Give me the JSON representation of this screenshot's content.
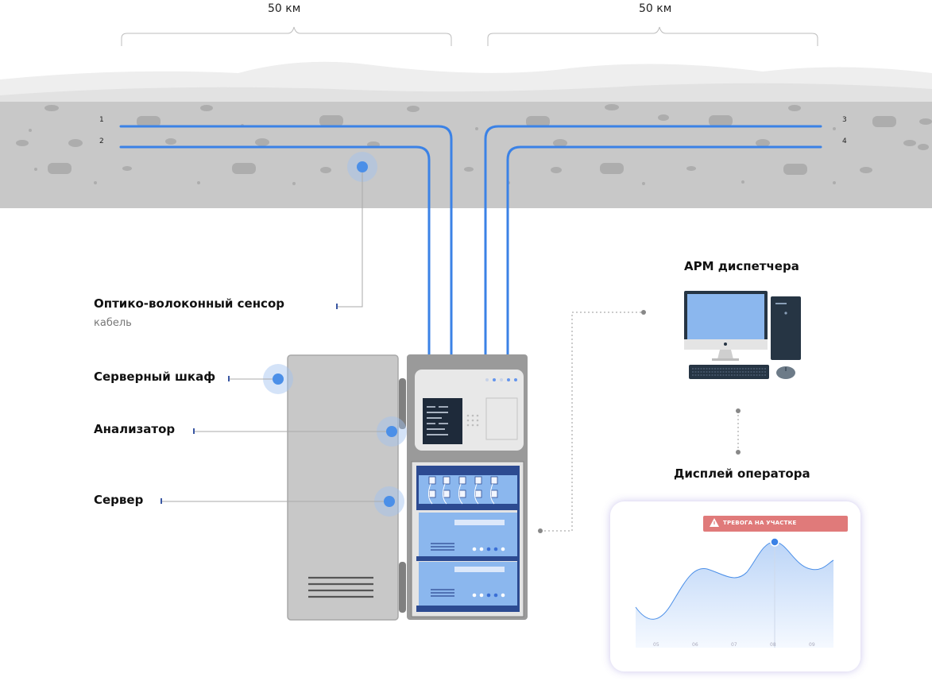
{
  "distances": {
    "left": "50 км",
    "right": "50 км"
  },
  "fibres": [
    "1",
    "2",
    "3",
    "4"
  ],
  "labels": {
    "sensor_title": "Оптико-волоконный сенсор",
    "sensor_sub": "кабель",
    "cabinet": "Серверный шкаф",
    "analyzer": "Анализатор",
    "server": "Сервер",
    "workstation": "АРМ диспетчера",
    "operator_display": "Дисплей оператора"
  },
  "display": {
    "alert": "ТРЕВОГА НА УЧАСТКЕ",
    "ticks": [
      "05",
      "06",
      "07",
      "08",
      "09"
    ]
  },
  "colors": {
    "fibre": "#3b82e6",
    "ground": "#c8c8c8",
    "alert": "#e07a7a",
    "rack_blue": "#3a57a3",
    "screen": "#8bb7ee"
  }
}
